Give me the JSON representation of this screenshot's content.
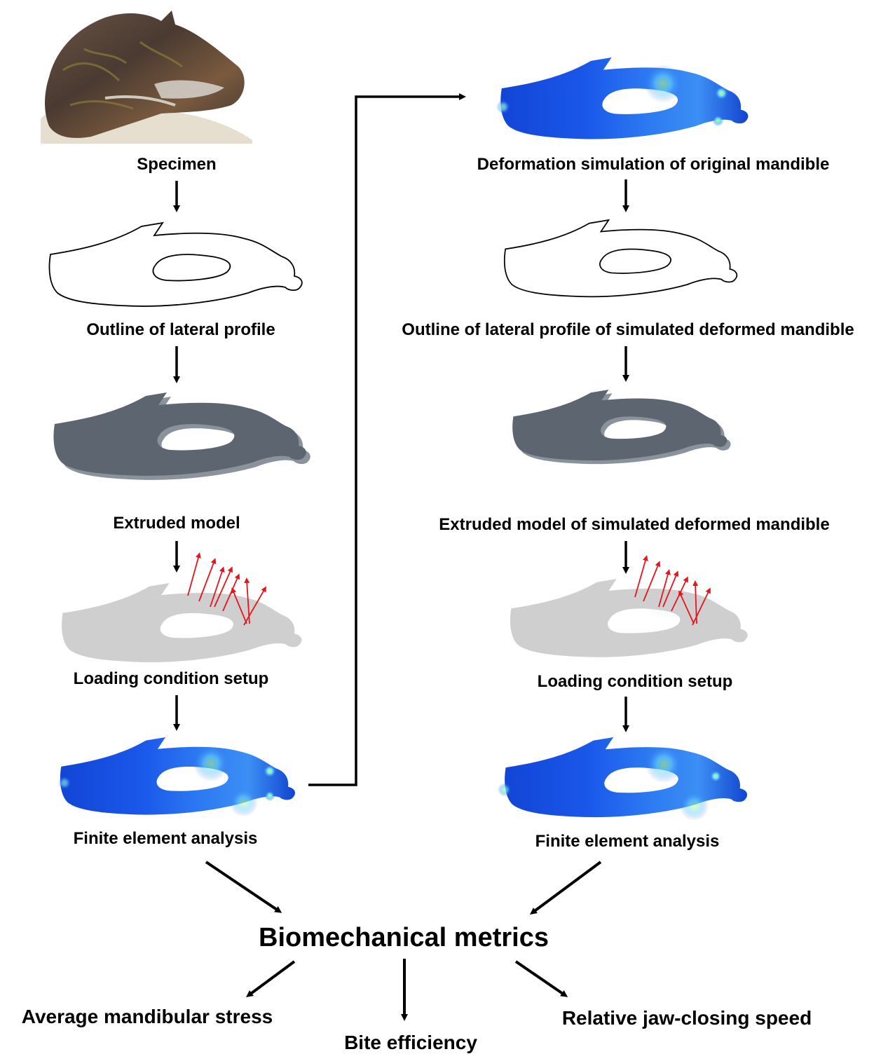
{
  "left_column": {
    "specimen": "Specimen",
    "outline": "Outline of lateral profile",
    "extruded": "Extruded model",
    "loading": "Loading condition setup",
    "fea": "Finite element analysis"
  },
  "right_column": {
    "deformation": "Deformation simulation of original mandible",
    "outline": "Outline of lateral profile of simulated deformed mandible",
    "extruded": "Extruded model of simulated deformed mandible",
    "loading": "Loading condition setup",
    "fea": "Finite element analysis"
  },
  "metrics": {
    "title": "Biomechanical metrics",
    "stress": "Average mandibular stress",
    "efficiency": "Bite efficiency",
    "speed": "Relative jaw-closing speed"
  },
  "colors": {
    "arrow": "#000000",
    "load_vectors": "#e8141c",
    "extruded_face": "#5d6570",
    "extruded_edge": "#7a828b",
    "loading_fill": "#cfcfcf",
    "fea_base": "#1f5fe6",
    "fea_hot": "#9adfff",
    "specimen_rock": "#5a4233",
    "specimen_sand": "#e8e1d2"
  },
  "icons": {
    "arrow": "arrow-icon"
  }
}
